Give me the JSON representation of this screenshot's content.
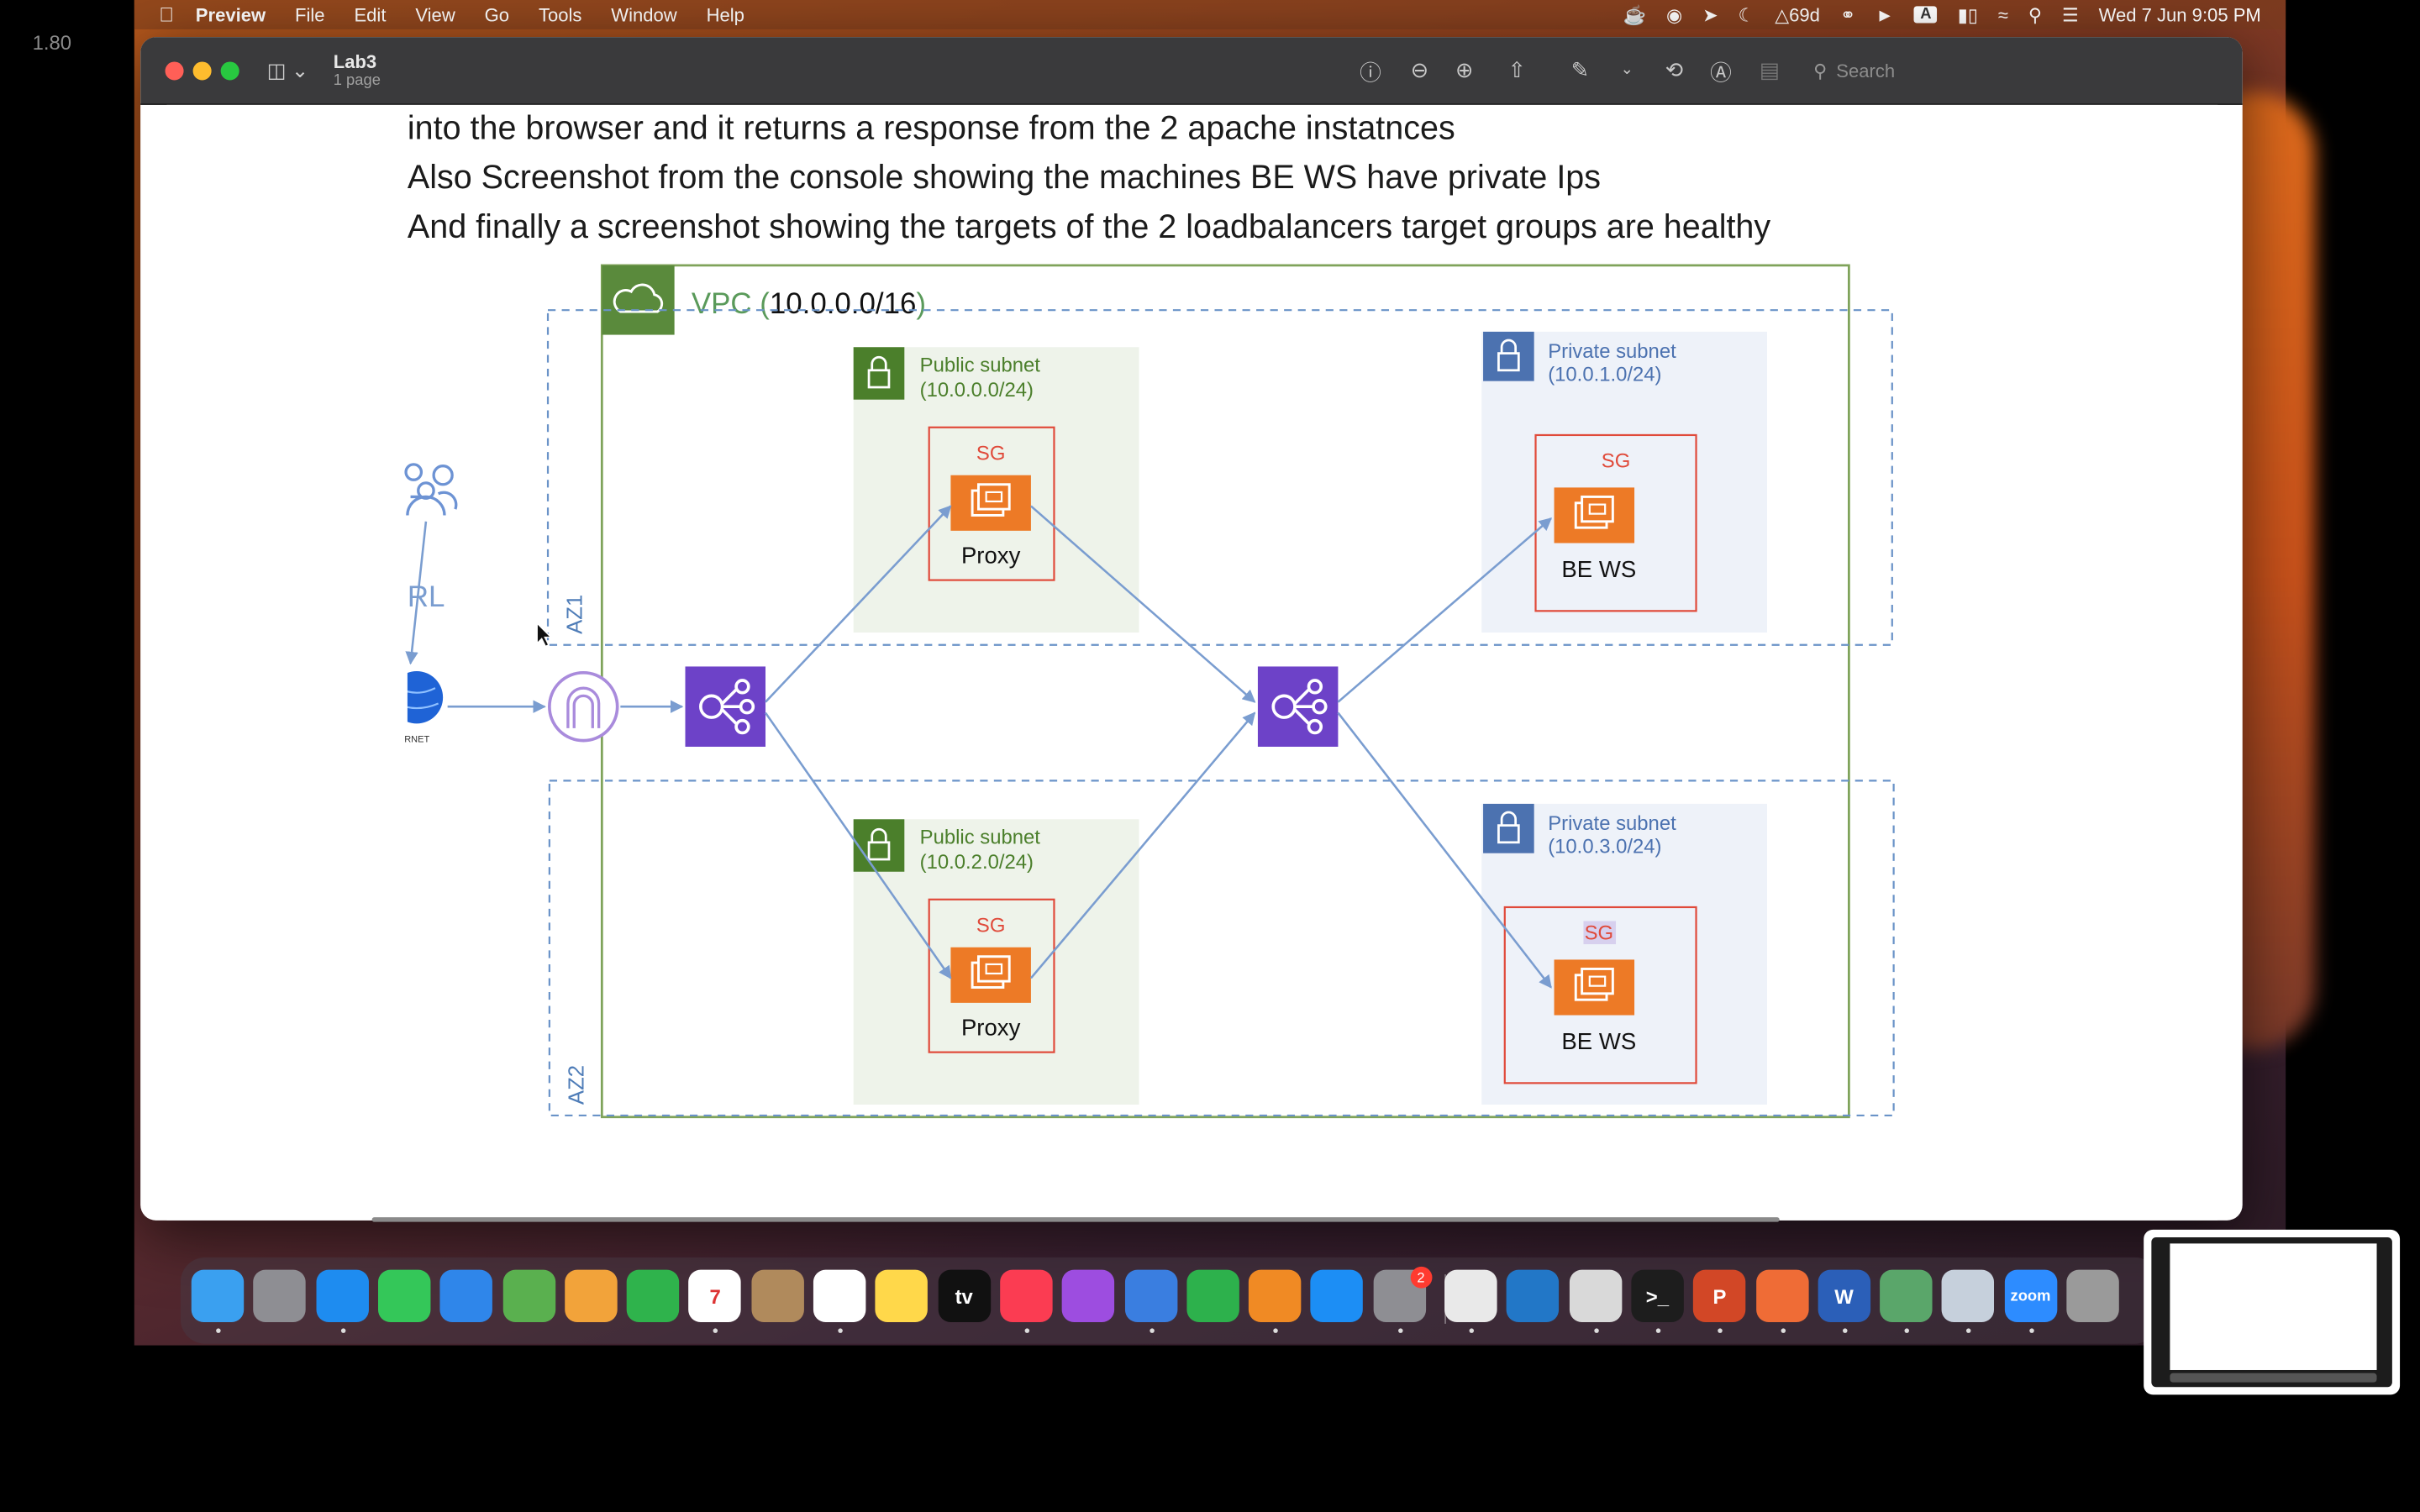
{
  "overlay_number": "1.80",
  "menubar": {
    "app_name": "Preview",
    "items": [
      "File",
      "Edit",
      "View",
      "Go",
      "Tools",
      "Window",
      "Help"
    ],
    "status": {
      "battery_indicator": "69d",
      "keyboard_input": "A",
      "datetime": "Wed 7 Jun  9:05 PM"
    },
    "icons": [
      "apple-icon",
      "coffee-icon",
      "vpn-icon",
      "arrow-icon",
      "moon-icon",
      "alert-icon",
      "headphones-icon",
      "play-icon",
      "battery-icon",
      "wifi-icon",
      "search-icon",
      "control-center-icon"
    ]
  },
  "window": {
    "title": "Lab3",
    "subtitle": "1 page",
    "search_placeholder": "Search",
    "toolbar_icons": [
      "info-icon",
      "zoom-out-icon",
      "zoom-in-icon",
      "share-icon",
      "markup-icon",
      "chevron-down-icon",
      "rotate-icon",
      "annotate-icon",
      "form-icon"
    ]
  },
  "document": {
    "lines": [
      "into the browser and it returns a response from the 2 apache instatnces",
      "Also Screenshot from the console showing the machines BE WS have private Ips",
      "And finally a screenshot showing the targets of the 2 loadbalancers target groups are healthy"
    ],
    "diagram": {
      "vpc_label": "VPC (10.0.0.0/16)",
      "vpc_prefix": "VPC (",
      "vpc_cidr": "10.0.0.0/16",
      "vpc_suffix": ")",
      "az1": "AZ1",
      "az2": "AZ2",
      "users_partial_label": "RL",
      "internet_label": "RNET",
      "public_subnet_1": {
        "name": "Public subnet",
        "cidr": "(10.0.0.0/24)"
      },
      "public_subnet_2": {
        "name": "Public subnet",
        "cidr": "(10.0.2.0/24)"
      },
      "private_subnet_1": {
        "name": "Private subnet",
        "cidr": "(10.0.1.0/24)"
      },
      "private_subnet_2": {
        "name": "Private subnet",
        "cidr": "(10.0.3.0/24)"
      },
      "sg_label": "SG",
      "proxy_label": "Proxy",
      "bews_label": "BE WS"
    }
  },
  "dock": {
    "apps": [
      {
        "name": "Finder",
        "color": "#3aa0f0"
      },
      {
        "name": "Launchpad",
        "color": "#8e8e93"
      },
      {
        "name": "Safari",
        "color": "#1e8cf0"
      },
      {
        "name": "Messages",
        "color": "#34c759"
      },
      {
        "name": "Mail",
        "color": "#2f86ea"
      },
      {
        "name": "Maps",
        "color": "#5ab04f"
      },
      {
        "name": "Photos",
        "color": "#f2a33a"
      },
      {
        "name": "FaceTime",
        "color": "#2fb34c"
      },
      {
        "name": "Calendar",
        "color": "#ffffff",
        "text": "7"
      },
      {
        "name": "Contacts",
        "color": "#b08a5c"
      },
      {
        "name": "Reminders",
        "color": "#ffffff"
      },
      {
        "name": "Notes",
        "color": "#ffd84a"
      },
      {
        "name": "TV",
        "color": "#111111",
        "text": "tv"
      },
      {
        "name": "Music",
        "color": "#fb3c52"
      },
      {
        "name": "Podcasts",
        "color": "#9d4de0"
      },
      {
        "name": "Keynote",
        "color": "#3a7ee0"
      },
      {
        "name": "Numbers",
        "color": "#2db14c"
      },
      {
        "name": "Pages",
        "color": "#f08a24"
      },
      {
        "name": "App Store",
        "color": "#1c8ef5"
      },
      {
        "name": "System Settings",
        "color": "#8e8e93",
        "badge": "2"
      },
      {
        "name": "Chrome",
        "color": "#e9e9e9"
      },
      {
        "name": "VS Code",
        "color": "#2277c7"
      },
      {
        "name": "TextEdit",
        "color": "#d9d9d9"
      },
      {
        "name": "Terminal",
        "color": "#1d1d1d",
        "text": ">_"
      },
      {
        "name": "PowerPoint",
        "color": "#d24726",
        "text": "P"
      },
      {
        "name": "Git Client",
        "color": "#ef6c36"
      },
      {
        "name": "Word",
        "color": "#2b5fb8",
        "text": "W"
      },
      {
        "name": "Network Tool",
        "color": "#5aa66a"
      },
      {
        "name": "Preview",
        "color": "#c6d0dc"
      },
      {
        "name": "Zoom",
        "color": "#2d8cff",
        "text": "zoom"
      },
      {
        "name": "Printer",
        "color": "#9a9a9a"
      }
    ]
  },
  "colors": {
    "vpc_green": "#5a8a3c",
    "az_blue": "#4f7db8",
    "public_subnet_green": "#4b7f2b",
    "private_subnet_blue": "#4c72b0",
    "sg_red": "#e04a3a",
    "ec2_orange": "#ed7a26",
    "elb_purple": "#6d42c8",
    "arrow_blue": "#7a9dd0"
  }
}
